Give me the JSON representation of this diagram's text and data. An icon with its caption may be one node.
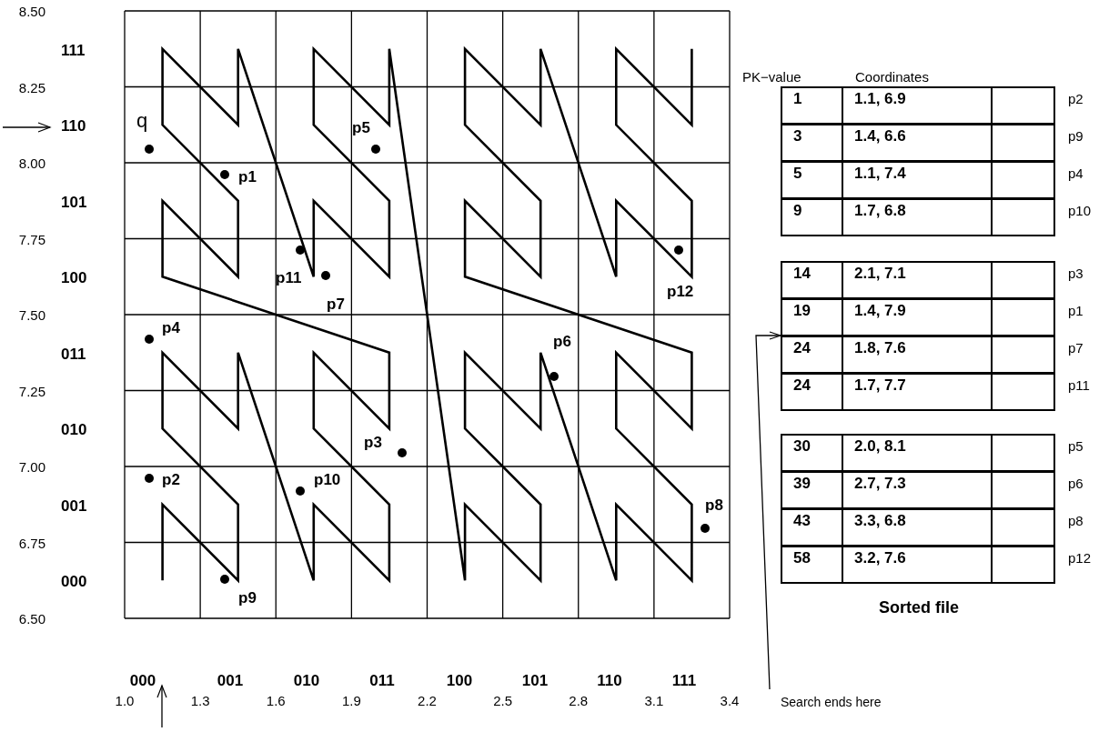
{
  "diagram": {
    "nodes": [
      {
        "text": [
          "1",
          "1.1, 6.9"
        ],
        "beside": [
          "p2"
        ]
      },
      {
        "text": [
          "3",
          "1.4, 6.6"
        ],
        "beside": [
          "p9"
        ]
      },
      {
        "text": [
          "5",
          "1.1, 7.4"
        ],
        "beside": [
          "p4"
        ]
      },
      {
        "text": [
          "9",
          "1.7, 6.8"
        ],
        "beside": [
          "p10"
        ]
      },
      {
        "text": [
          "14",
          "2.1, 7.1"
        ],
        "beside": [
          "p3"
        ]
      },
      {
        "text": [
          "19",
          "1.4, 7.9"
        ],
        "beside": [
          "p1"
        ]
      },
      {
        "text": [
          "24",
          "1.8, 7.6"
        ],
        "beside": [
          "p7"
        ]
      },
      {
        "text": [
          "24",
          "1.7, 7.7"
        ],
        "beside": [
          "p11"
        ]
      },
      {
        "text": [
          "30",
          "2.0, 8.1"
        ],
        "beside": [
          "p5"
        ]
      },
      {
        "text": [
          "39",
          "2.7, 7.3"
        ],
        "beside": [
          "p6"
        ]
      },
      {
        "text": [
          "43",
          "3.3, 6.8"
        ],
        "beside": [
          "p8"
        ]
      },
      {
        "text": [
          "58",
          "3.2, 7.6"
        ],
        "beside": [
          "p12"
        ]
      },
      {
        "text": [
          "Search ends here"
        ]
      }
    ],
    "edges": [
      {
        "from": 12,
        "to": 6,
        "arrow": "to"
      }
    ],
    "labels": [
      "8.50",
      "111",
      "8.25",
      "110",
      "8.00",
      "101",
      "7.75",
      "100",
      "7.50",
      "011",
      "7.25",
      "010",
      "7.00",
      "001",
      "6.75",
      "000",
      "6.50",
      "q",
      "p1",
      "p5",
      "p11",
      "p7",
      "p12",
      "p4",
      "p6",
      "p3",
      "p2",
      "p10",
      "p8",
      "p9",
      "PK−value",
      "Coordinates",
      "Sorted file",
      "000",
      "001",
      "010",
      "011",
      "100",
      "101",
      "110",
      "111",
      "1.0",
      "1.3",
      "1.6",
      "1.9",
      "2.2",
      "2.5",
      "2.8",
      "3.1",
      "3.4"
    ]
  }
}
